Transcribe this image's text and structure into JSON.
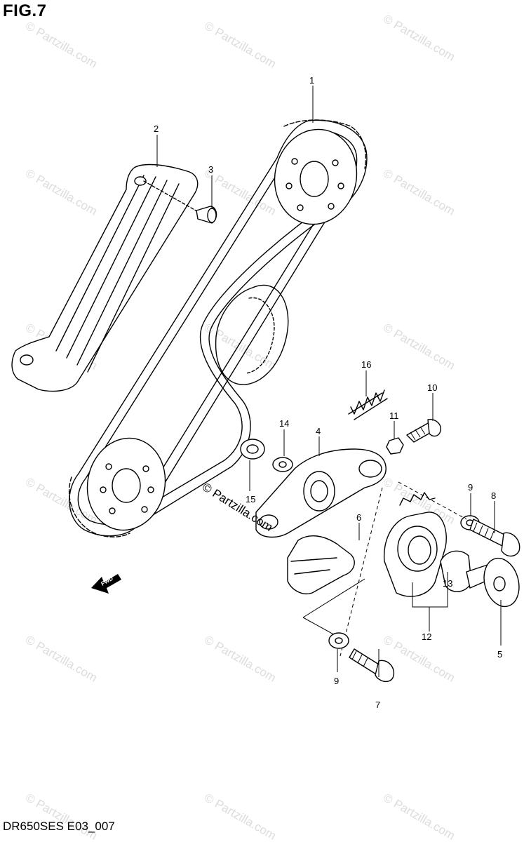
{
  "figure": {
    "title": "FIG.7",
    "code": "DR650SES E03_007"
  },
  "watermark": {
    "text": "© Partzilla.com"
  },
  "fwd_label": "FWD",
  "callouts": [
    {
      "id": "c1",
      "label": "1"
    },
    {
      "id": "c2",
      "label": "2"
    },
    {
      "id": "c3",
      "label": "3"
    },
    {
      "id": "c4",
      "label": "4"
    },
    {
      "id": "c5",
      "label": "5"
    },
    {
      "id": "c6",
      "label": "6"
    },
    {
      "id": "c7",
      "label": "7"
    },
    {
      "id": "c8",
      "label": "8"
    },
    {
      "id": "c9a",
      "label": "9"
    },
    {
      "id": "c9b",
      "label": "9"
    },
    {
      "id": "c10",
      "label": "10"
    },
    {
      "id": "c11",
      "label": "11"
    },
    {
      "id": "c12",
      "label": "12"
    },
    {
      "id": "c13",
      "label": "13"
    },
    {
      "id": "c14",
      "label": "14"
    },
    {
      "id": "c15",
      "label": "15"
    },
    {
      "id": "c16",
      "label": "16"
    }
  ]
}
